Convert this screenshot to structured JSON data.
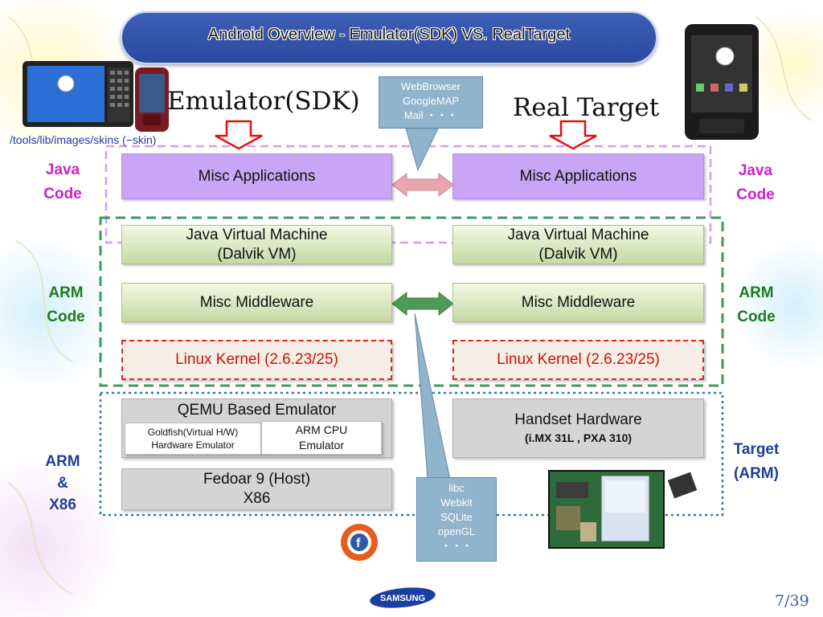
{
  "title": "Android Overview - Emulator(SDK) VS. RealTarget",
  "headings": {
    "emulator": "Emulator(SDK)",
    "real_target": "Real Target"
  },
  "skins_path": "/tools/lib/images/skins (−skin)",
  "top_callout": [
    "WebBrowser",
    "GoogleMAP",
    "Mail ・・・"
  ],
  "bottom_callout": [
    "libc",
    "Webkit",
    "SQLite",
    "openGL",
    "・・・"
  ],
  "left_stack": {
    "apps": "Misc Applications",
    "jvm_line1": "Java Virtual Machine",
    "jvm_line2": "(Dalvik VM)",
    "middleware": "Misc Middleware",
    "kernel": "Linux Kernel (2.6.23/25)",
    "qemu": "QEMU Based Emulator",
    "goldfish_line1": "Goldfish(Virtual H/W)",
    "goldfish_line2": "Hardware Emulator",
    "armcpu_line1": "ARM CPU",
    "armcpu_line2": "Emulator",
    "host_line1": "Fedoar 9 (Host)",
    "host_line2": "X86"
  },
  "right_stack": {
    "apps": "Misc Applications",
    "jvm_line1": "Java Virtual Machine",
    "jvm_line2": "(Dalvik VM)",
    "middleware": "Misc Middleware",
    "kernel": "Linux Kernel (2.6.23/25)",
    "hardware_line1": "Handset Hardware",
    "hardware_line2": "(i.MX 31L , PXA 310)"
  },
  "side_labels": {
    "java_left": [
      "Java",
      "Code"
    ],
    "java_right": [
      "Java",
      "Code"
    ],
    "arm_left": [
      "ARM",
      "Code"
    ],
    "arm_right": [
      "ARM",
      "Code"
    ],
    "armx86_left": [
      "ARM",
      "&",
      "X86"
    ],
    "target_right": [
      "Target",
      "(ARM)"
    ]
  },
  "logo_text": "SAMSUNG",
  "page_number": "7/39",
  "colors": {
    "banner": "#2b4a9e",
    "apps": "#c8a6f5",
    "java_label": "#cc22cc",
    "arm_label": "#1f7a1f",
    "target_label": "#1f3f99",
    "kernel_text": "#cc1111"
  }
}
